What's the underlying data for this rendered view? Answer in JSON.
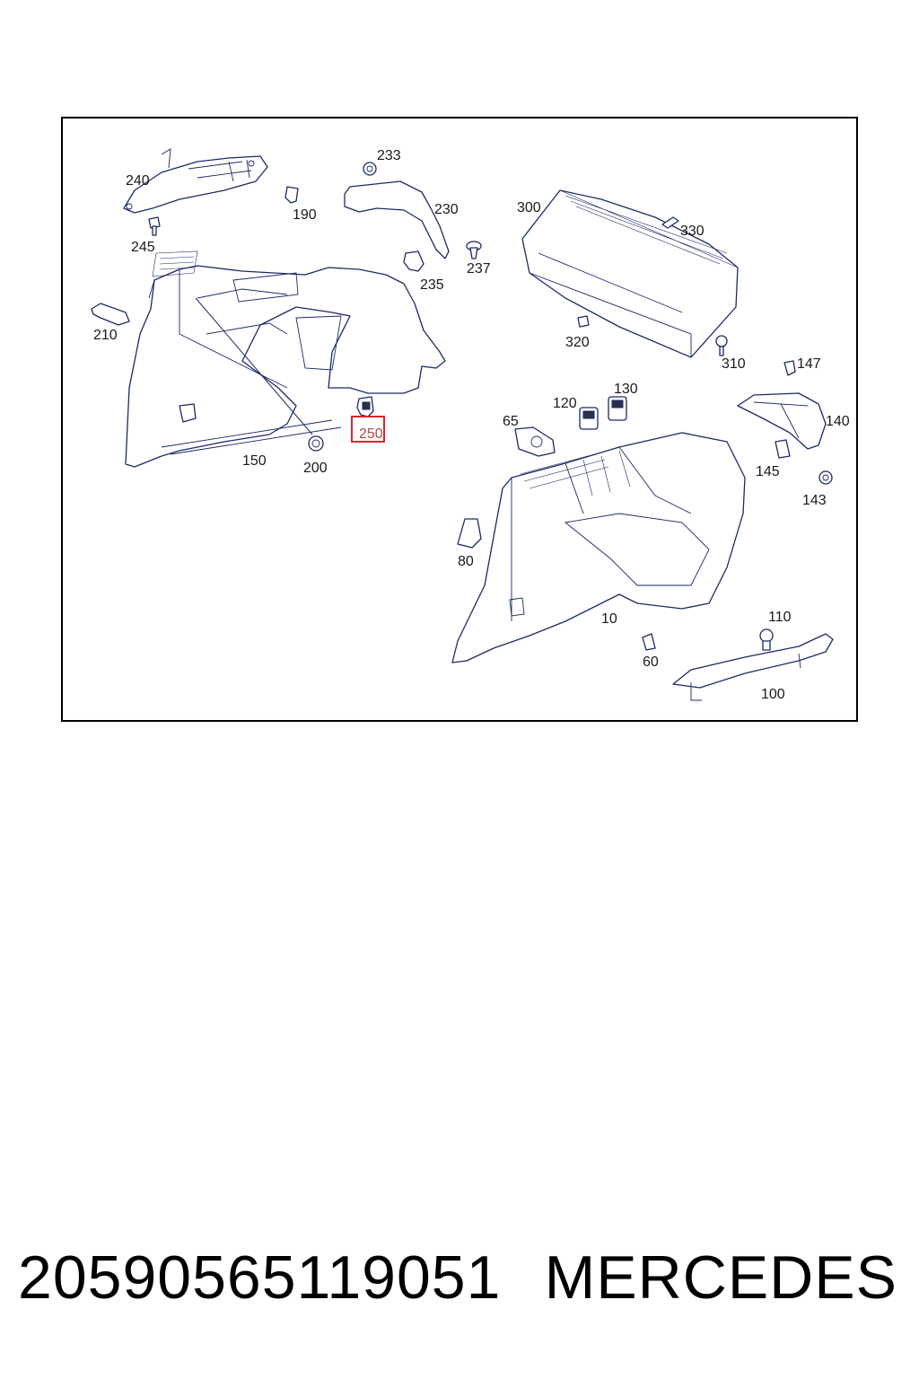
{
  "diagram": {
    "callouts": [
      {
        "id": "10",
        "label": "10"
      },
      {
        "id": "60",
        "label": "60"
      },
      {
        "id": "65",
        "label": "65"
      },
      {
        "id": "80",
        "label": "80"
      },
      {
        "id": "100",
        "label": "100"
      },
      {
        "id": "110",
        "label": "110"
      },
      {
        "id": "120",
        "label": "120"
      },
      {
        "id": "130",
        "label": "130"
      },
      {
        "id": "140",
        "label": "140"
      },
      {
        "id": "143",
        "label": "143"
      },
      {
        "id": "145",
        "label": "145"
      },
      {
        "id": "147",
        "label": "147"
      },
      {
        "id": "150",
        "label": "150"
      },
      {
        "id": "190",
        "label": "190"
      },
      {
        "id": "200",
        "label": "200"
      },
      {
        "id": "210",
        "label": "210"
      },
      {
        "id": "230",
        "label": "230"
      },
      {
        "id": "233",
        "label": "233"
      },
      {
        "id": "235",
        "label": "235"
      },
      {
        "id": "237",
        "label": "237"
      },
      {
        "id": "240",
        "label": "240"
      },
      {
        "id": "245",
        "label": "245"
      },
      {
        "id": "250",
        "label": "250",
        "highlighted": true
      },
      {
        "id": "300",
        "label": "300"
      },
      {
        "id": "310",
        "label": "310"
      },
      {
        "id": "320",
        "label": "320"
      },
      {
        "id": "330",
        "label": "330"
      }
    ],
    "line_color": "#1c2a66",
    "highlight_color": "#d9262b"
  },
  "footer": {
    "part_number": "2059056511905​1",
    "brand": "MERCEDES"
  }
}
